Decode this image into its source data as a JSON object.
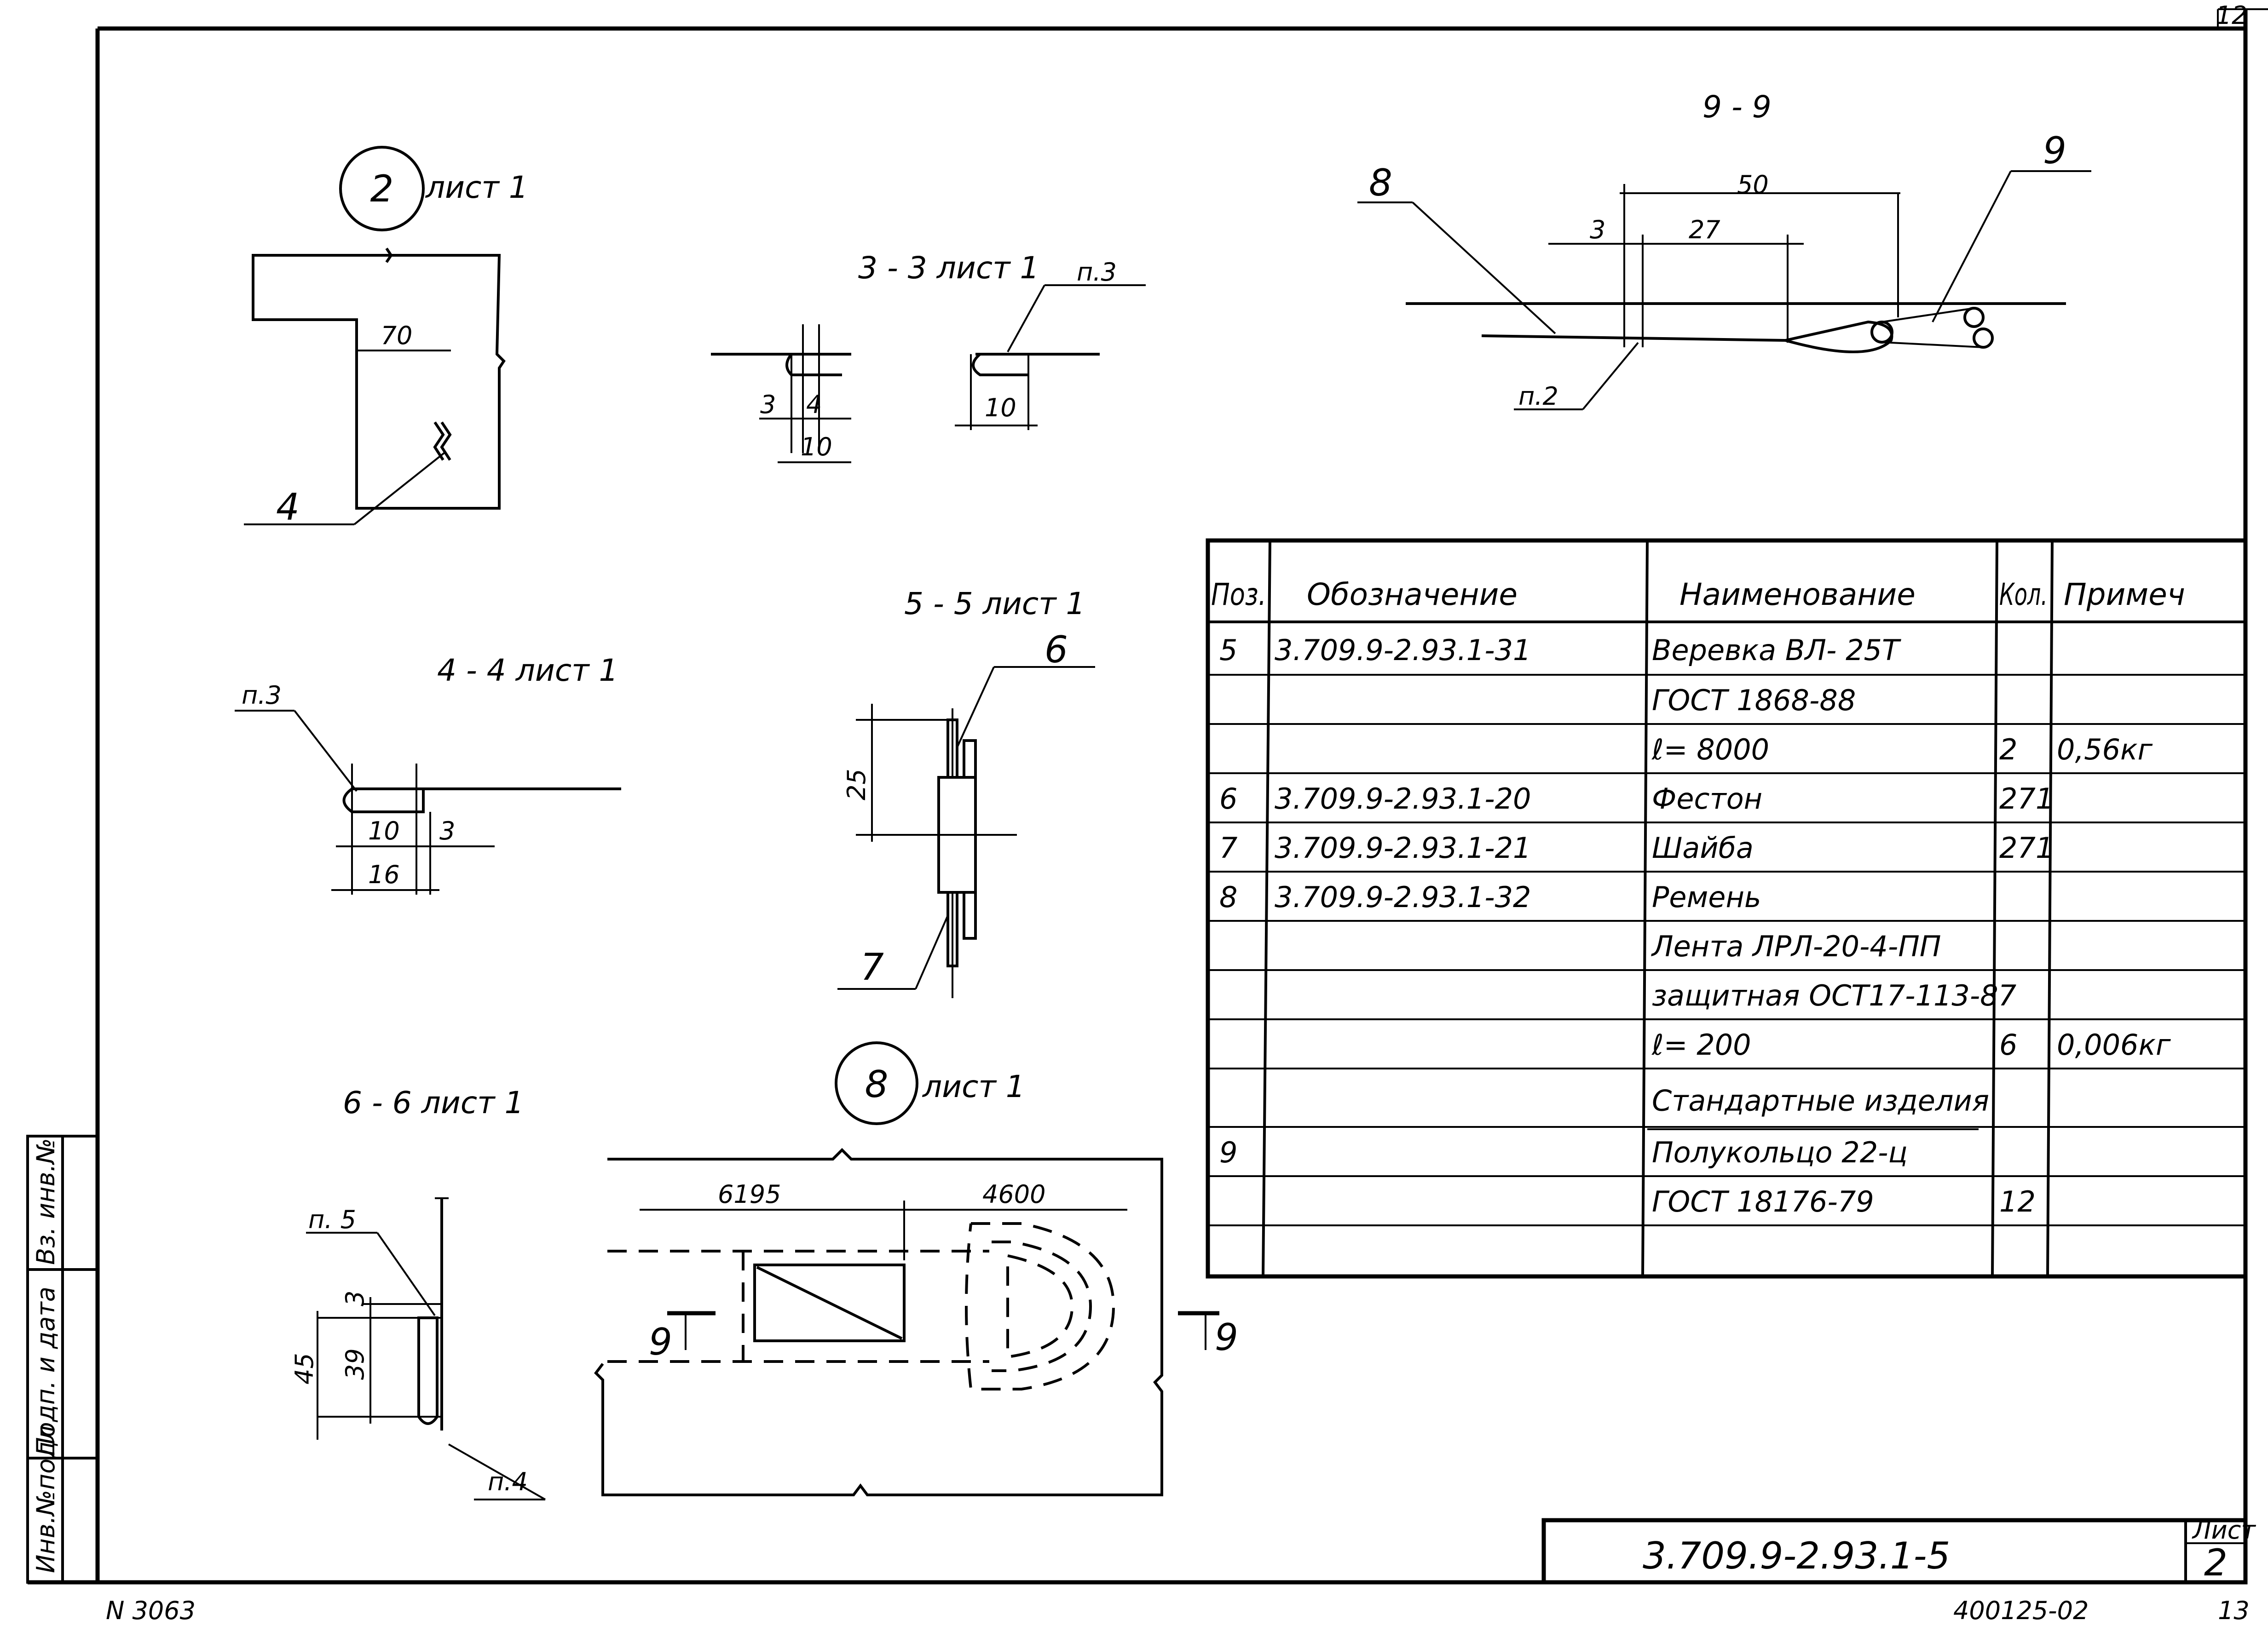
{
  "sheet": {
    "corner_sheet_no": "12",
    "bottom_left_note": "N 3063",
    "bottom_code": "400125-02",
    "bottom_page": "13"
  },
  "views": {
    "v2": {
      "circle": "2",
      "label": "лист 1",
      "dim_70": "70",
      "callout_4": "4"
    },
    "v33": {
      "title": "3 - 3 лист 1",
      "ref": "п.3",
      "d3": "3",
      "d4": "4",
      "d10a": "10",
      "d10b": "10"
    },
    "v99": {
      "title": "9 - 9",
      "callout_8": "8",
      "callout_9": "9",
      "ref": "п.2",
      "d50": "50",
      "d3": "3",
      "d27": "27"
    },
    "v44": {
      "title": "4 - 4 лист 1",
      "ref": "п.3",
      "d10": "10",
      "d3": "3",
      "d16": "16"
    },
    "v55": {
      "title": "5 - 5 лист 1",
      "callout_6": "6",
      "callout_7": "7",
      "d25": "25"
    },
    "v66": {
      "title": "6 - 6 лист 1",
      "ref5": "п. 5",
      "ref4": "п.4",
      "d3": "3",
      "d39": "39",
      "d45": "45"
    },
    "v8": {
      "circle": "8",
      "label": "лист 1",
      "d6195": "6195",
      "d4600": "4600",
      "cut_left": "9",
      "cut_right": "9"
    }
  },
  "table": {
    "headers": [
      "Поз.",
      "Обозначение",
      "Наименование",
      "Кол.",
      "Примеч"
    ],
    "rows": [
      [
        "5",
        "3.709.9-2.93.1-31",
        "Веревка ВЛ- 25Т",
        "",
        ""
      ],
      [
        "",
        "",
        "ГОСТ 1868-88",
        "",
        ""
      ],
      [
        "",
        "",
        "ℓ= 8000",
        "2",
        "0,56кг"
      ],
      [
        "6",
        "3.709.9-2.93.1-20",
        "Фестон",
        "271",
        ""
      ],
      [
        "7",
        "3.709.9-2.93.1-21",
        "Шайба",
        "271",
        ""
      ],
      [
        "8",
        "3.709.9-2.93.1-32",
        "Ремень",
        "",
        ""
      ],
      [
        "",
        "",
        "Лента ЛРЛ-20-4-ПП",
        "",
        ""
      ],
      [
        "",
        "",
        "защитная ОСТ17-113-87",
        "",
        ""
      ],
      [
        "",
        "",
        "ℓ= 200",
        "6",
        "0,006кг"
      ],
      [
        "",
        "",
        "Стандартные изделия",
        "",
        ""
      ],
      [
        "9",
        "",
        "Полукольцо 22-ц",
        "",
        ""
      ],
      [
        "",
        "",
        "ГОСТ 18176-79",
        "12",
        ""
      ],
      [
        "",
        "",
        "",
        "",
        ""
      ]
    ]
  },
  "title_block": {
    "code": "3.709.9-2.93.1-5",
    "sheet_label": "Лист",
    "sheet_no": "2"
  },
  "side_stamp": [
    "Инв.№подл",
    "Подп. и дата",
    "Вз. инв.№"
  ]
}
